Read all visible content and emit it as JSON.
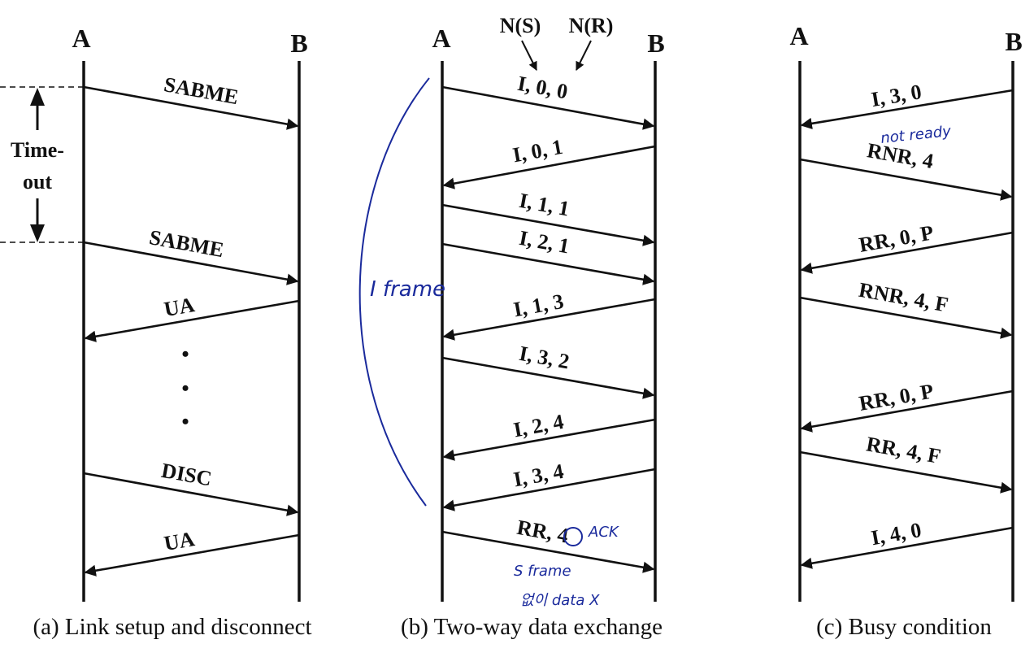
{
  "panels": [
    {
      "caption": "(a) Link setup and disconnect",
      "station_a": "A",
      "station_b": "B",
      "timeout_label": [
        "Time-",
        "out"
      ],
      "messages": [
        "SABME",
        "SABME",
        "UA",
        "DISC",
        "UA"
      ],
      "ellipsis": "•"
    },
    {
      "caption": "(b) Two-way data exchange",
      "station_a": "A",
      "station_b": "B",
      "field_labels": [
        "N(S)",
        "N(R)"
      ],
      "messages": [
        "I, 0, 0",
        "I, 0, 1",
        "I, 1, 1",
        "I, 2, 1",
        "I, 1, 3",
        "I, 3, 2",
        "I, 2, 4",
        "I, 3, 4",
        "RR, 4"
      ]
    },
    {
      "caption": "(c) Busy condition",
      "station_a": "A",
      "station_b": "B",
      "messages": [
        "I, 3, 0",
        "RNR, 4",
        "RR, 0, P",
        "RNR, 4, F",
        "RR, 0, P",
        "RR, 4, F",
        "I, 4, 0"
      ]
    }
  ],
  "annotations": {
    "i_frame": "I frame",
    "ack": "ACK",
    "s_frame": "S frame",
    "no_data": "없이 data X",
    "not_ready": "not ready"
  },
  "colors": {
    "ink": "#111111",
    "handwriting": "#1a2a9c"
  }
}
